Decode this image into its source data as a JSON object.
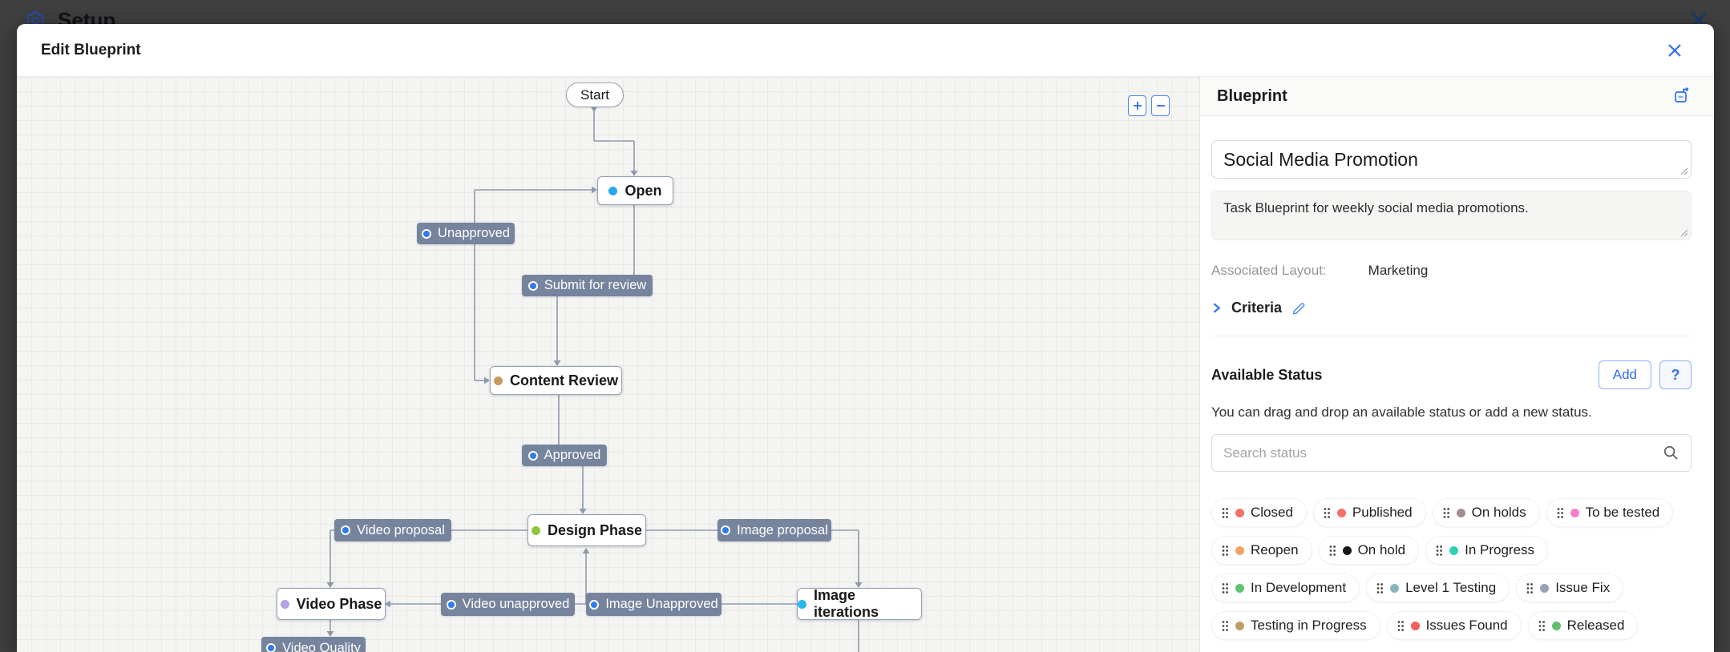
{
  "background_page": {
    "title": "Setup",
    "icons": {
      "left": "gear-icon",
      "right": "close-icon"
    }
  },
  "modal": {
    "title": "Edit Blueprint",
    "close_icon": "close-icon"
  },
  "canvas": {
    "zoom_in_icon": "plus-icon",
    "zoom_out_icon": "minus-icon",
    "nodes": [
      {
        "id": "start",
        "label": "Start",
        "type": "start"
      },
      {
        "id": "open",
        "label": "Open",
        "type": "status",
        "dot": "#2aa9f2"
      },
      {
        "id": "unapproved",
        "label": "Unapproved",
        "type": "transition",
        "dot": "#2f7bf2"
      },
      {
        "id": "submit",
        "label": "Submit for review",
        "type": "transition",
        "dot": "#2f7bf2"
      },
      {
        "id": "content-review",
        "label": "Content Review",
        "type": "status",
        "dot": "#c49a5e"
      },
      {
        "id": "approved",
        "label": "Approved",
        "type": "transition",
        "dot": "#2f7bf2"
      },
      {
        "id": "video-proposal",
        "label": "Video proposal",
        "type": "transition",
        "dot": "#2f7bf2"
      },
      {
        "id": "design-phase",
        "label": "Design Phase",
        "type": "status",
        "dot": "#8fc640"
      },
      {
        "id": "image-proposal",
        "label": "Image proposal",
        "type": "transition",
        "dot": "#2f7bf2"
      },
      {
        "id": "video-phase",
        "label": "Video Phase",
        "type": "status",
        "dot": "#b1a2e8"
      },
      {
        "id": "video-unapproved",
        "label": "Video unapproved",
        "type": "transition",
        "dot": "#2f7bf2"
      },
      {
        "id": "image-unapproved",
        "label": "Image Unapproved",
        "type": "transition",
        "dot": "#2f7bf2"
      },
      {
        "id": "image-iterations",
        "label": "Image iterations",
        "type": "status",
        "dot": "#29b5ef"
      },
      {
        "id": "video-quality",
        "label": "Video Quality",
        "type": "transition",
        "dot": "#2f7bf2"
      }
    ],
    "connector_color": "#8e99ac"
  },
  "panel": {
    "header": "Blueprint",
    "export_icon": "export-icon",
    "name_value": "Social Media Promotion",
    "description_value": "Task Blueprint for weekly social media promotions.",
    "associated_layout_label": "Associated Layout:",
    "associated_layout_value": "Marketing",
    "criteria_label": "Criteria",
    "criteria_icons": {
      "expand": "chevron-right-icon",
      "edit": "pencil-icon"
    },
    "available_status": {
      "title": "Available Status",
      "add_label": "Add",
      "help_label": "?",
      "hint": "You can drag and drop an available status or add a new status.",
      "search_placeholder": "Search status",
      "search_icon": "search-icon",
      "statuses": [
        {
          "label": "Closed",
          "color": "#f4706b"
        },
        {
          "label": "Published",
          "color": "#f4706b"
        },
        {
          "label": "On holds",
          "color": "#a18e8d"
        },
        {
          "label": "To be tested",
          "color": "#fa7cc8"
        },
        {
          "label": "Reopen",
          "color": "#f2a468"
        },
        {
          "label": "On hold",
          "color": "#161616"
        },
        {
          "label": "In Progress",
          "color": "#2ed3b2"
        },
        {
          "label": "In Development",
          "color": "#5ec46e"
        },
        {
          "label": "Level 1 Testing",
          "color": "#85b7ba"
        },
        {
          "label": "Issue Fix",
          "color": "#93a2b8"
        },
        {
          "label": "Testing in Progress",
          "color": "#bf9c62"
        },
        {
          "label": "Issues Found",
          "color": "#f15f5c"
        },
        {
          "label": "Released",
          "color": "#62bd6c"
        }
      ]
    },
    "accent_color": "#2e6cf5"
  }
}
